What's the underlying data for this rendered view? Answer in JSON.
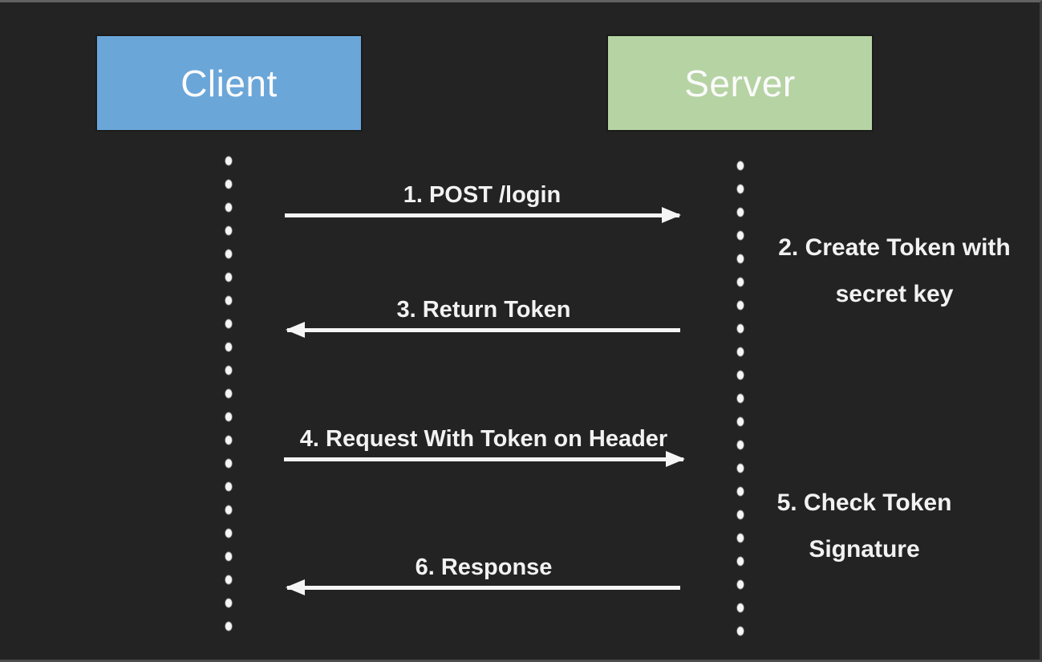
{
  "colors": {
    "background": "#232323",
    "client_fill": "#6BA6D9",
    "server_fill": "#B6D3A4",
    "text": "#F2F2F2",
    "line": "#F5F5F5"
  },
  "actors": [
    {
      "id": "client",
      "label": "Client"
    },
    {
      "id": "server",
      "label": "Server"
    }
  ],
  "messages": [
    {
      "seq": 1,
      "label": "1. POST /login",
      "from": "client",
      "to": "server",
      "direction": "right"
    },
    {
      "seq": 3,
      "label": "3. Return Token",
      "from": "server",
      "to": "client",
      "direction": "left"
    },
    {
      "seq": 4,
      "label": "4. Request With Token on Header",
      "from": "client",
      "to": "server",
      "direction": "right"
    },
    {
      "seq": 6,
      "label": "6. Response",
      "from": "server",
      "to": "client",
      "direction": "left"
    }
  ],
  "notes": [
    {
      "seq": 2,
      "actor": "server",
      "lines": [
        "2. Create Token with",
        "secret key"
      ]
    },
    {
      "seq": 5,
      "actor": "server",
      "lines": [
        "5. Check Token",
        "Signature"
      ]
    }
  ]
}
